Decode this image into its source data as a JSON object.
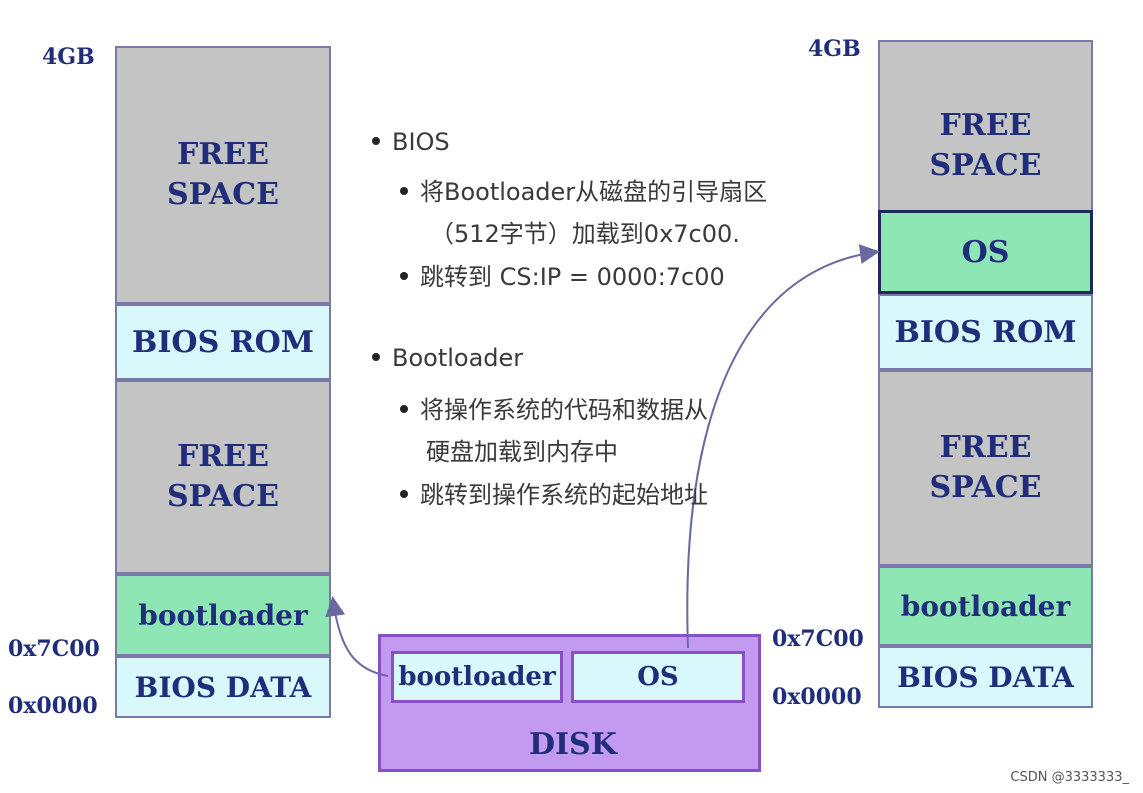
{
  "left_memory": {
    "top_address": "4GB",
    "blocks": {
      "free_top": "FREE\nSPACE",
      "bios_rom": "BIOS ROM",
      "free_mid": "FREE\nSPACE",
      "bootloader": "bootloader",
      "bios_data": "BIOS DATA"
    },
    "addr_7c00": "0x7C00",
    "addr_0000": "0x0000"
  },
  "right_memory": {
    "top_address": "4GB",
    "blocks": {
      "free_top": "FREE\nSPACE",
      "os": "OS",
      "bios_rom": "BIOS ROM",
      "free_mid": "FREE\nSPACE",
      "bootloader": "bootloader",
      "bios_data": "BIOS DATA"
    },
    "addr_7c00": "0x7C00",
    "addr_0000": "0x0000"
  },
  "disk": {
    "label": "DISK",
    "bootloader": "bootloader",
    "os": "OS"
  },
  "notes": {
    "bios_heading": "BIOS",
    "bios_item1_line1": "将Bootloader从磁盘的引导扇区",
    "bios_item1_line2": "（512字节）加载到0x7c00.",
    "bios_item2": "跳转到 CS:IP = 0000:7c00",
    "boot_heading": "Bootloader",
    "boot_item1_line1": "将操作系统的代码和数据从",
    "boot_item1_line2": "硬盘加载到内存中",
    "boot_item2": "跳转到操作系统的起始地址"
  },
  "watermark": "CSDN @3333333_",
  "colors": {
    "free_space": "#c4c4c4",
    "rom_data": "#d9f8fb",
    "bootloader_os": "#8ee6b4",
    "disk": "#c29af0",
    "text": "#1f2d7a",
    "arrow": "#6a6aa0"
  }
}
